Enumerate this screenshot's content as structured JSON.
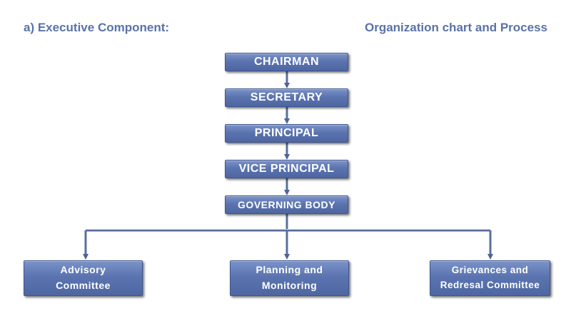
{
  "header": {
    "left_title": "a) Executive Component:",
    "right_title": "Organization chart and Process"
  },
  "chain": [
    "CHAIRMAN",
    "SECRETARY",
    "PRINCIPAL",
    "VICE PRINCIPAL",
    "GOVERNING BODY"
  ],
  "committees": [
    {
      "line1": "Advisory",
      "line2": "Committee"
    },
    {
      "line1": "Planning and",
      "line2": "Monitoring"
    },
    {
      "line1": "Grievances and",
      "line2": "Redresal Committee"
    }
  ],
  "colors": {
    "box_fill": "#5b74b0",
    "connector": "#5a6f9c",
    "heading_text": "#5a72a8"
  }
}
